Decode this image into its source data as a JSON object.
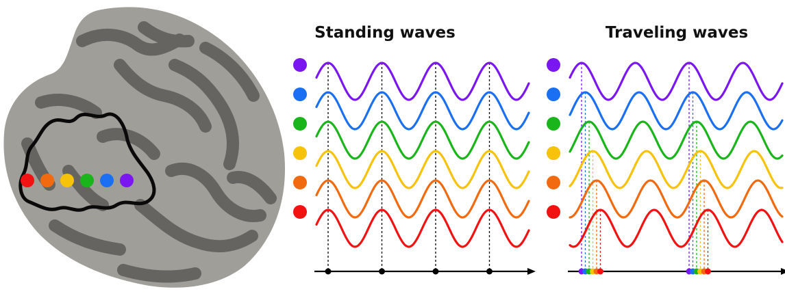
{
  "titles": {
    "standing": "Standing waves",
    "traveling": "Traveling waves"
  },
  "colors": {
    "outline": "#0a0a0a",
    "axis": "#000000",
    "guide": "#000000",
    "brain_light": "#a09e99",
    "brain_dark": "#5c5b57"
  },
  "channels": [
    {
      "name": "purple",
      "color": "#7a16f0"
    },
    {
      "name": "blue",
      "color": "#1a6ff2"
    },
    {
      "name": "green",
      "color": "#1ab51a"
    },
    {
      "name": "yellow",
      "color": "#f7c20a"
    },
    {
      "name": "orange",
      "color": "#f26a0f"
    },
    {
      "name": "red",
      "color": "#f21212"
    }
  ],
  "waves": {
    "cycles": 4,
    "standing_phase_shift_cycles": 0,
    "traveling_phase_shift_cycles": 0.07
  }
}
